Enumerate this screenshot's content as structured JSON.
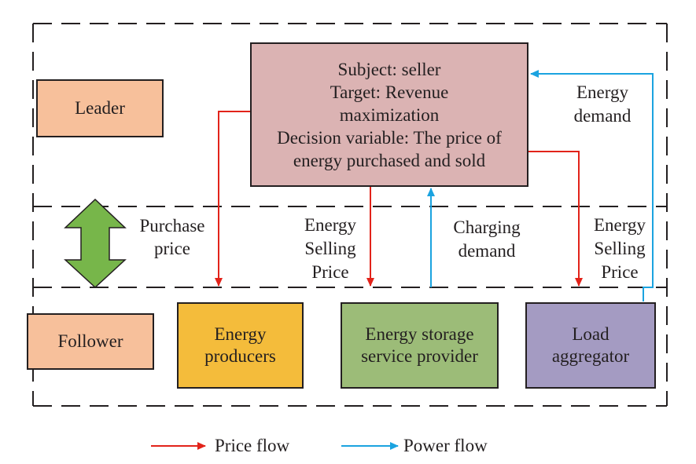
{
  "colors": {
    "leader_box": "#f7c09b",
    "seller_box": "#dbb3b3",
    "producers_box": "#f4bc3b",
    "storage_box": "#9cbc78",
    "aggregator_box": "#a49bc2",
    "price_flow": "#e2231a",
    "power_flow": "#1ba3e0",
    "double_arrow": "#77b64a"
  },
  "leader": {
    "label": "Leader"
  },
  "follower": {
    "label": "Follower"
  },
  "seller": {
    "lines": [
      "Subject: seller",
      "Target: Revenue",
      "maximization",
      "Decision variable: The price of",
      "energy purchased and sold"
    ]
  },
  "producers": {
    "lines": [
      "Energy",
      "producers"
    ]
  },
  "storage": {
    "lines": [
      "Energy storage",
      "service provider"
    ]
  },
  "aggregator": {
    "lines": [
      "Load",
      "aggregator"
    ]
  },
  "flow_labels": {
    "purchase_price": [
      "Purchase",
      "price"
    ],
    "energy_selling_price_1": [
      "Energy",
      "Selling",
      "Price"
    ],
    "charging_demand": [
      "Charging",
      "demand"
    ],
    "energy_selling_price_2": [
      "Energy",
      "Selling",
      "Price"
    ],
    "energy_demand": [
      "Energy",
      "demand"
    ]
  },
  "legend": {
    "price_flow": "Price flow",
    "power_flow": "Power flow"
  }
}
